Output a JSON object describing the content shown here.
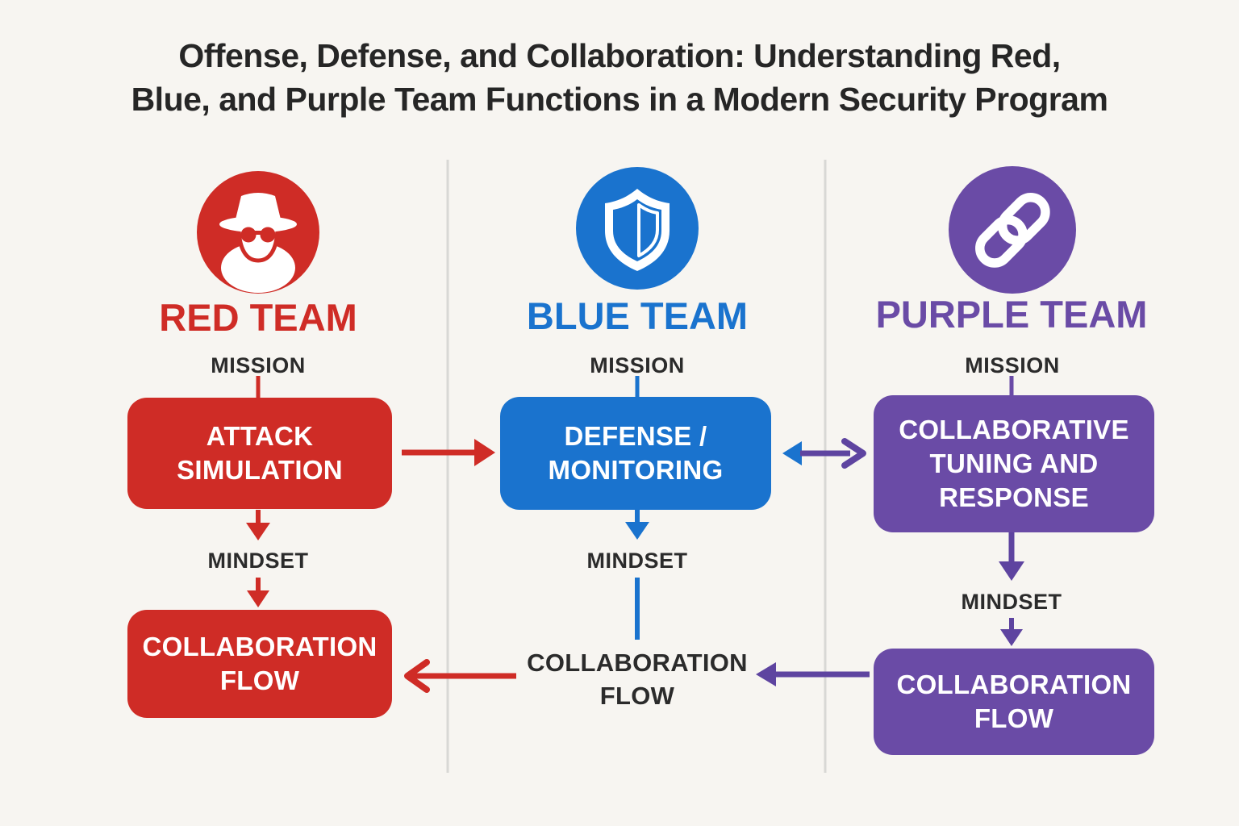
{
  "title": {
    "line1": "Offense, Defense, and Collaboration: Understanding Red,",
    "line2": "Blue, and Purple Team Functions in a Modern Security Program"
  },
  "colors": {
    "red": "#cf2c26",
    "blue": "#1a73ce",
    "purple": "#6a4ba6",
    "text_dark": "#2b2b2b",
    "background": "#f7f5f1",
    "divider": "#d8d8d5",
    "box_text": "#ffffff"
  },
  "columns": {
    "red": {
      "team_name": "RED TEAM",
      "icon": "spy-incognito-icon",
      "mission_label": "MISSION",
      "mission_value": "ATTACK SIMULATION",
      "mindset_label": "MINDSET",
      "flow_label": "COLLABORATION FLOW"
    },
    "blue": {
      "team_name": "BLUE TEAM",
      "icon": "shield-icon",
      "mission_label": "MISSION",
      "mission_value": "DEFENSE / MONITORING",
      "mindset_label": "MINDSET",
      "flow_label": "COLLABORATION FLOW"
    },
    "purple": {
      "team_name": "PURPLE TEAM",
      "icon": "chain-link-icon",
      "mission_label": "MISSION",
      "mission_value": "COLLABORATIVE TUNING AND RESPONSE",
      "mindset_label": "MINDSET",
      "flow_label": "COLLABORATION FLOW"
    }
  },
  "connections": {
    "red_to_blue": "attack simulation feeds defense / monitoring",
    "blue_purple_bidirectional": "defense / monitoring exchanges with collaborative tuning and response",
    "purple_to_blue_flow": "collaboration flow returns from purple to blue",
    "blue_to_red_flow": "collaboration flow returns from blue to red"
  }
}
